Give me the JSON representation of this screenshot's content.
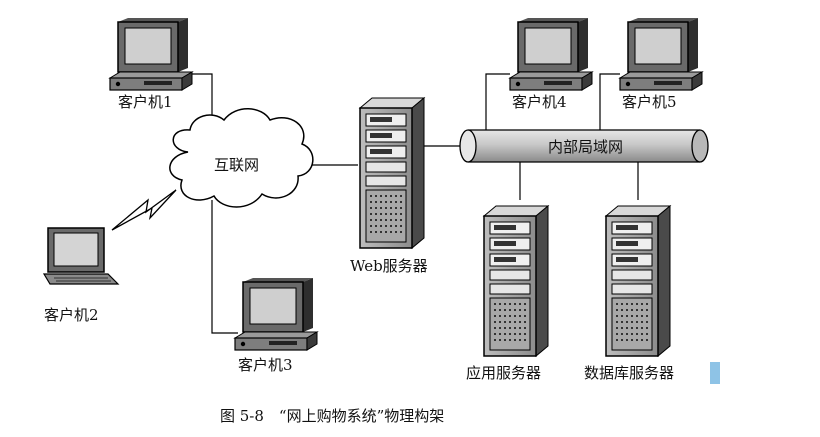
{
  "nodes": {
    "client1": "客户机1",
    "client2": "客户机2",
    "client3": "客户机3",
    "client4": "客户机4",
    "client5": "客户机5",
    "internet": "互联网",
    "web_server": "Web服务器",
    "lan": "内部局域网",
    "app_server": "应用服务器",
    "db_server": "数据库服务器"
  },
  "caption": "图 5-8　“网上购物系统”物理构架",
  "colors": {
    "marker": "#8ec3e6"
  }
}
